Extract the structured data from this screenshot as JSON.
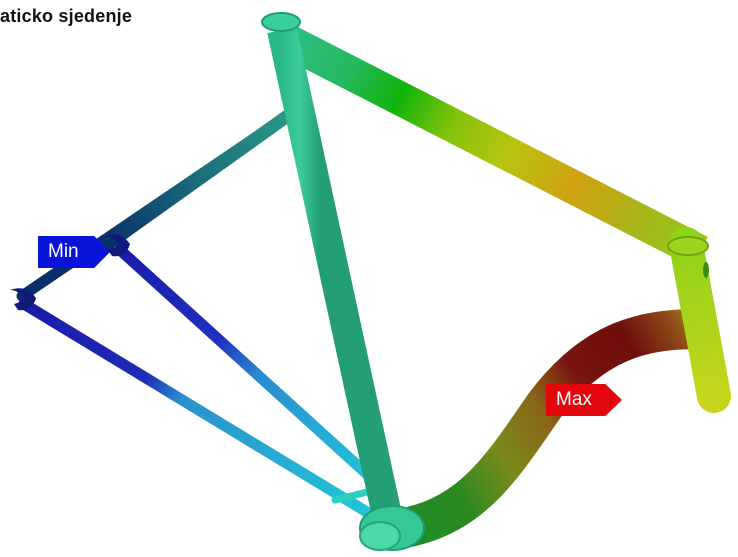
{
  "title": "aticko sjedenje",
  "labels": {
    "min": "Min",
    "max": "Max"
  },
  "colors": {
    "min": "#0a14d8",
    "max": "#e3060d",
    "frame_base": "#2fbf8c",
    "blue": "#1f1fb0",
    "cyan": "#22c6d6",
    "green": "#1aa84a",
    "yellow": "#c7c51a",
    "orange": "#d99a16",
    "red": "#7a0c0c"
  }
}
